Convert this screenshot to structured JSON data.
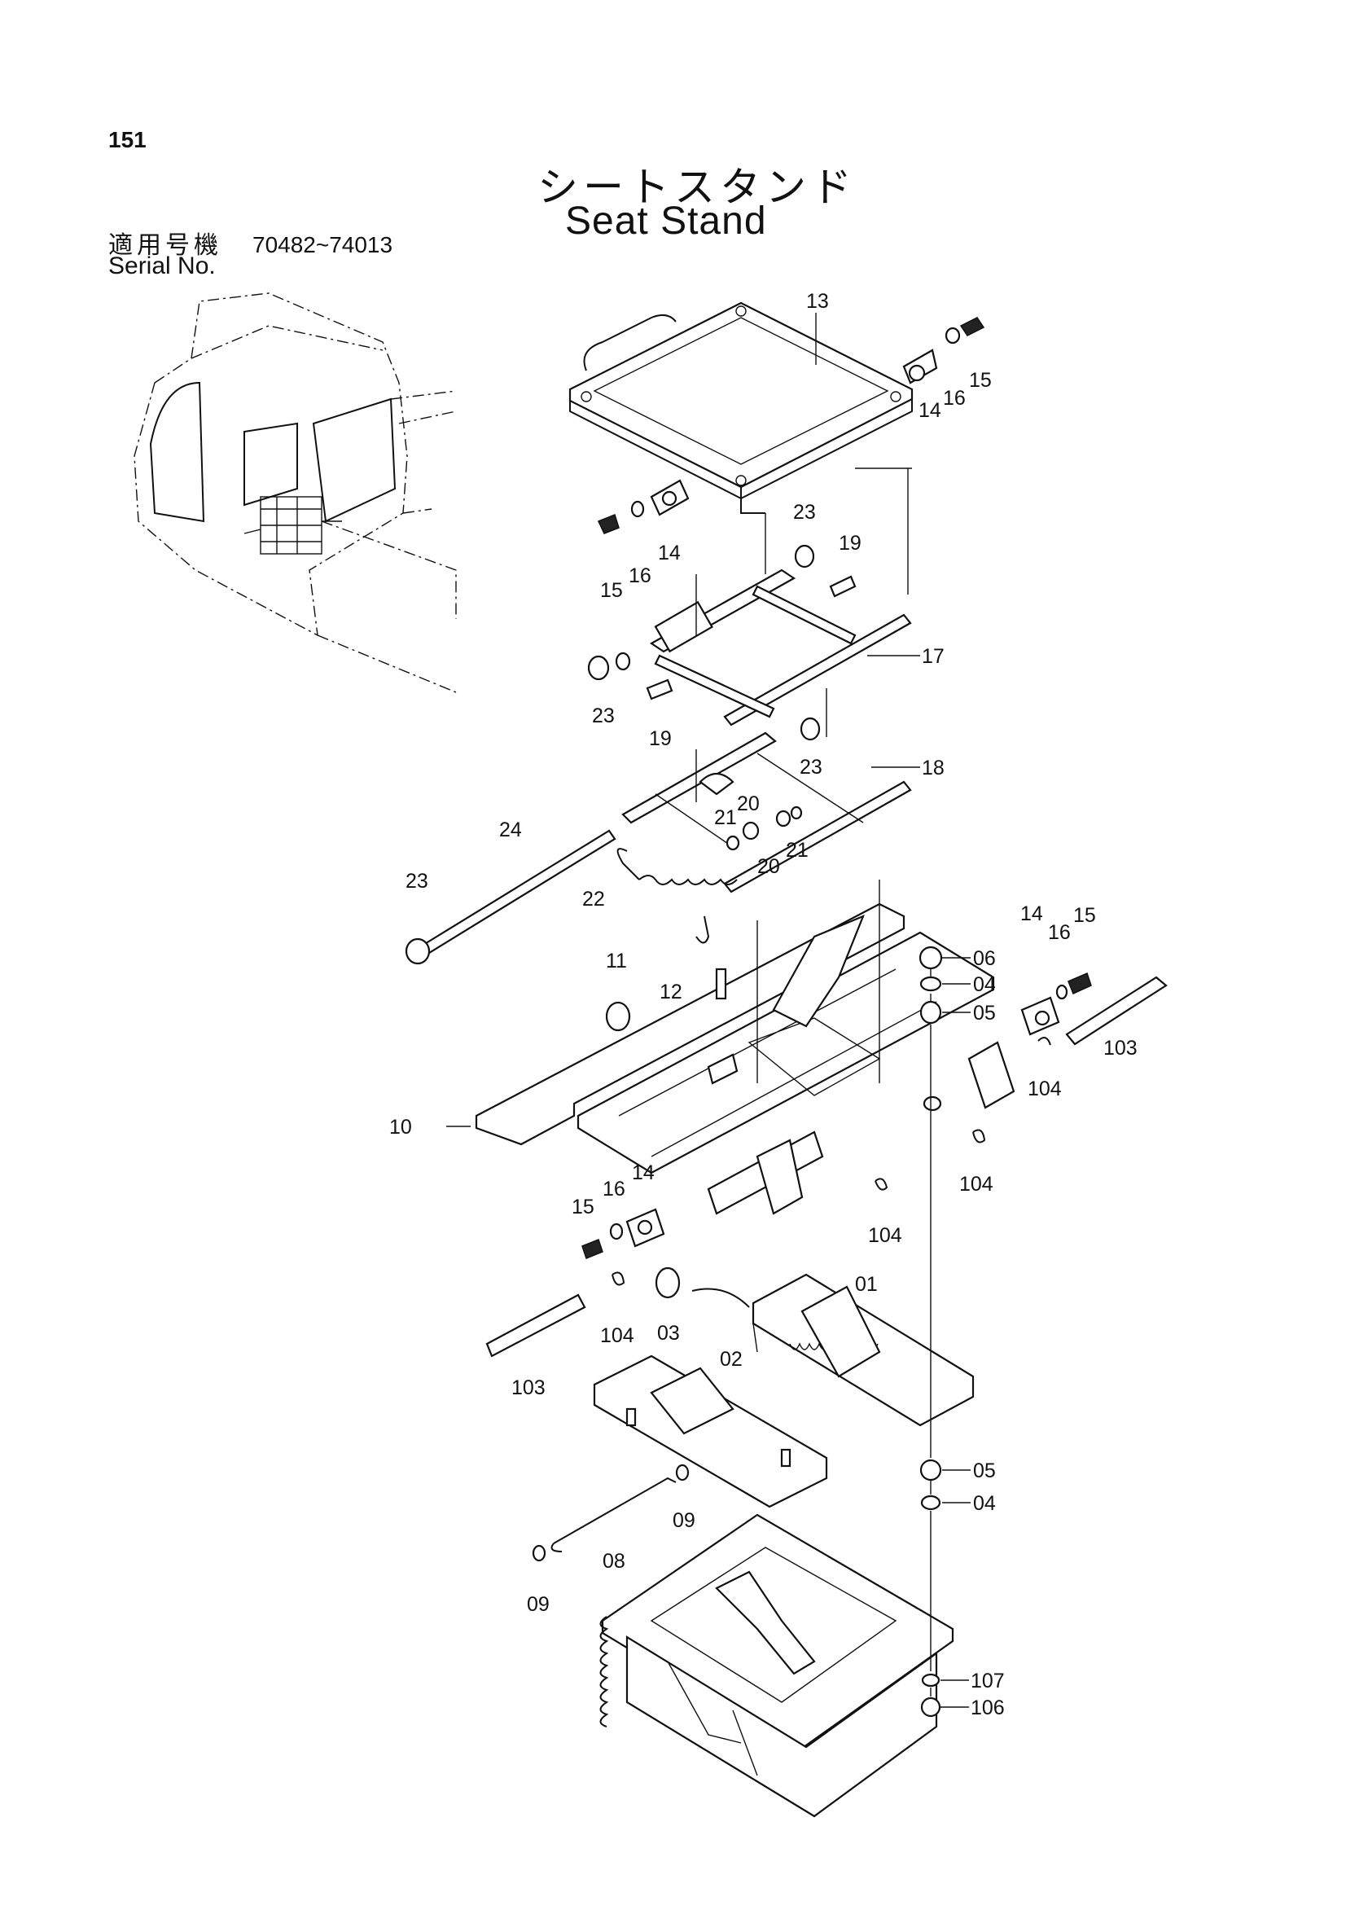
{
  "page_number": "151",
  "title_jp": "シートスタンド",
  "title_en": "Seat Stand",
  "serial_label_jp": "適用号機",
  "serial_label_en": "Serial No.",
  "serial_range": "70482~74013",
  "callouts": [
    "13",
    "14",
    "16",
    "15",
    "23",
    "19",
    "15",
    "16",
    "14",
    "17",
    "23",
    "19",
    "23",
    "18",
    "21",
    "20",
    "20",
    "21",
    "24",
    "23",
    "22",
    "11",
    "12",
    "06",
    "04",
    "05",
    "14",
    "16",
    "15",
    "103",
    "104",
    "10",
    "104",
    "104",
    "14",
    "16",
    "15",
    "01",
    "104",
    "03",
    "103",
    "02",
    "05",
    "04",
    "09",
    "08",
    "09",
    "107",
    "106"
  ]
}
